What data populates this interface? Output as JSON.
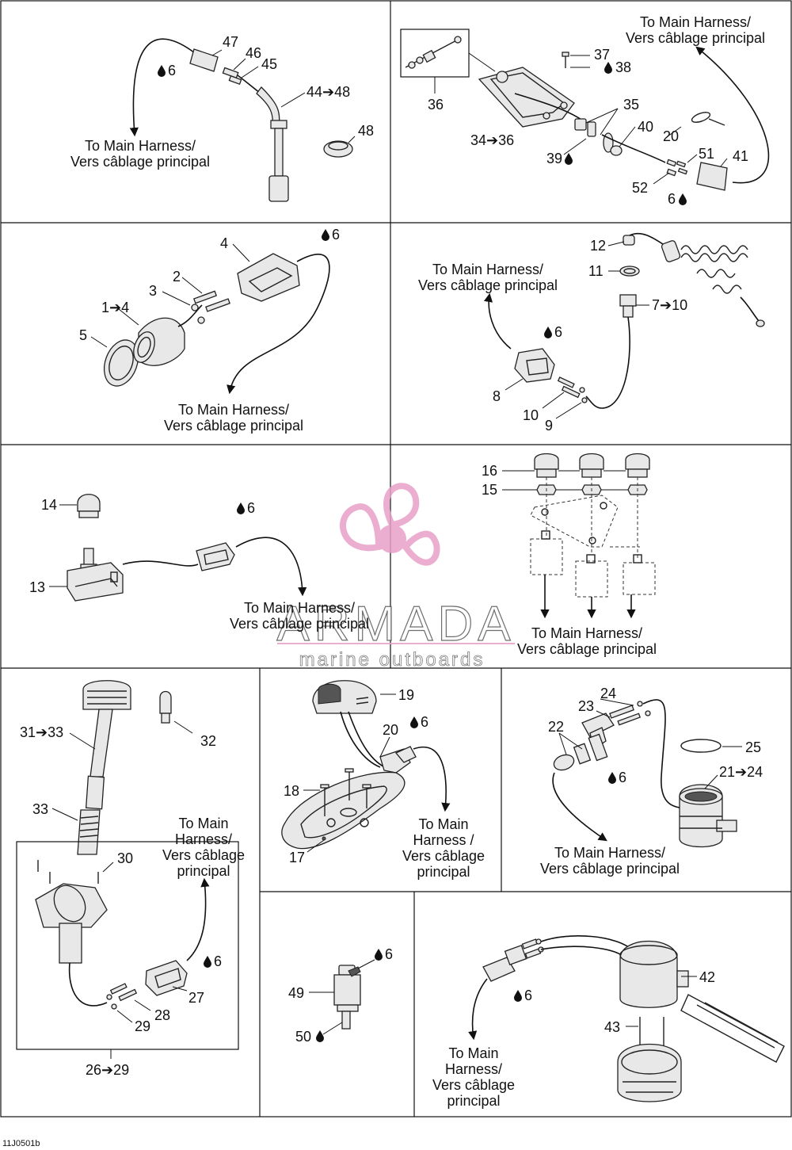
{
  "harness_label": {
    "line1": "To Main Harness/",
    "line2": "Vers câblage principal"
  },
  "harness_label_stacked": {
    "line1": "To Main",
    "line2": "Harness/",
    "line3": "Vers câblage",
    "line4": "principal"
  },
  "harness_label_stacked_alt": {
    "line1": "To Main",
    "line2": "Harness /",
    "line3": "Vers câblage",
    "line4": "principal"
  },
  "watermark": {
    "brand": "ARMADA",
    "tagline": "marine outboards",
    "color": "#e8a0c8"
  },
  "part_numbers": {
    "p1to4": "1➔4",
    "p2": "2",
    "p3": "3",
    "p4": "4",
    "p5": "5",
    "p6": "6",
    "p7to10": "7➔10",
    "p8": "8",
    "p9": "9",
    "p10": "10",
    "p11": "11",
    "p12": "12",
    "p13": "13",
    "p14": "14",
    "p15": "15",
    "p16": "16",
    "p17": "17",
    "p18": "18",
    "p19": "19",
    "p20": "20",
    "p21to24": "21➔24",
    "p22": "22",
    "p23": "23",
    "p24": "24",
    "p25": "25",
    "p26to29": "26➔29",
    "p27": "27",
    "p28": "28",
    "p29": "29",
    "p30": "30",
    "p31to33": "31➔33",
    "p32": "32",
    "p33": "33",
    "p34to36": "34➔36",
    "p35": "35",
    "p36": "36",
    "p37": "37",
    "p38": "38",
    "p39": "39",
    "p40": "40",
    "p41": "41",
    "p42": "42",
    "p43": "43",
    "p44to48": "44➔48",
    "p45": "45",
    "p46": "46",
    "p47": "47",
    "p48": "48",
    "p49": "49",
    "p50": "50",
    "p51": "51",
    "p52": "52"
  },
  "figure_ref": "11J0501b",
  "colors": {
    "line": "#111111",
    "watermark": "#e8a0c8",
    "watermark_rule": "#e8a0c8"
  }
}
